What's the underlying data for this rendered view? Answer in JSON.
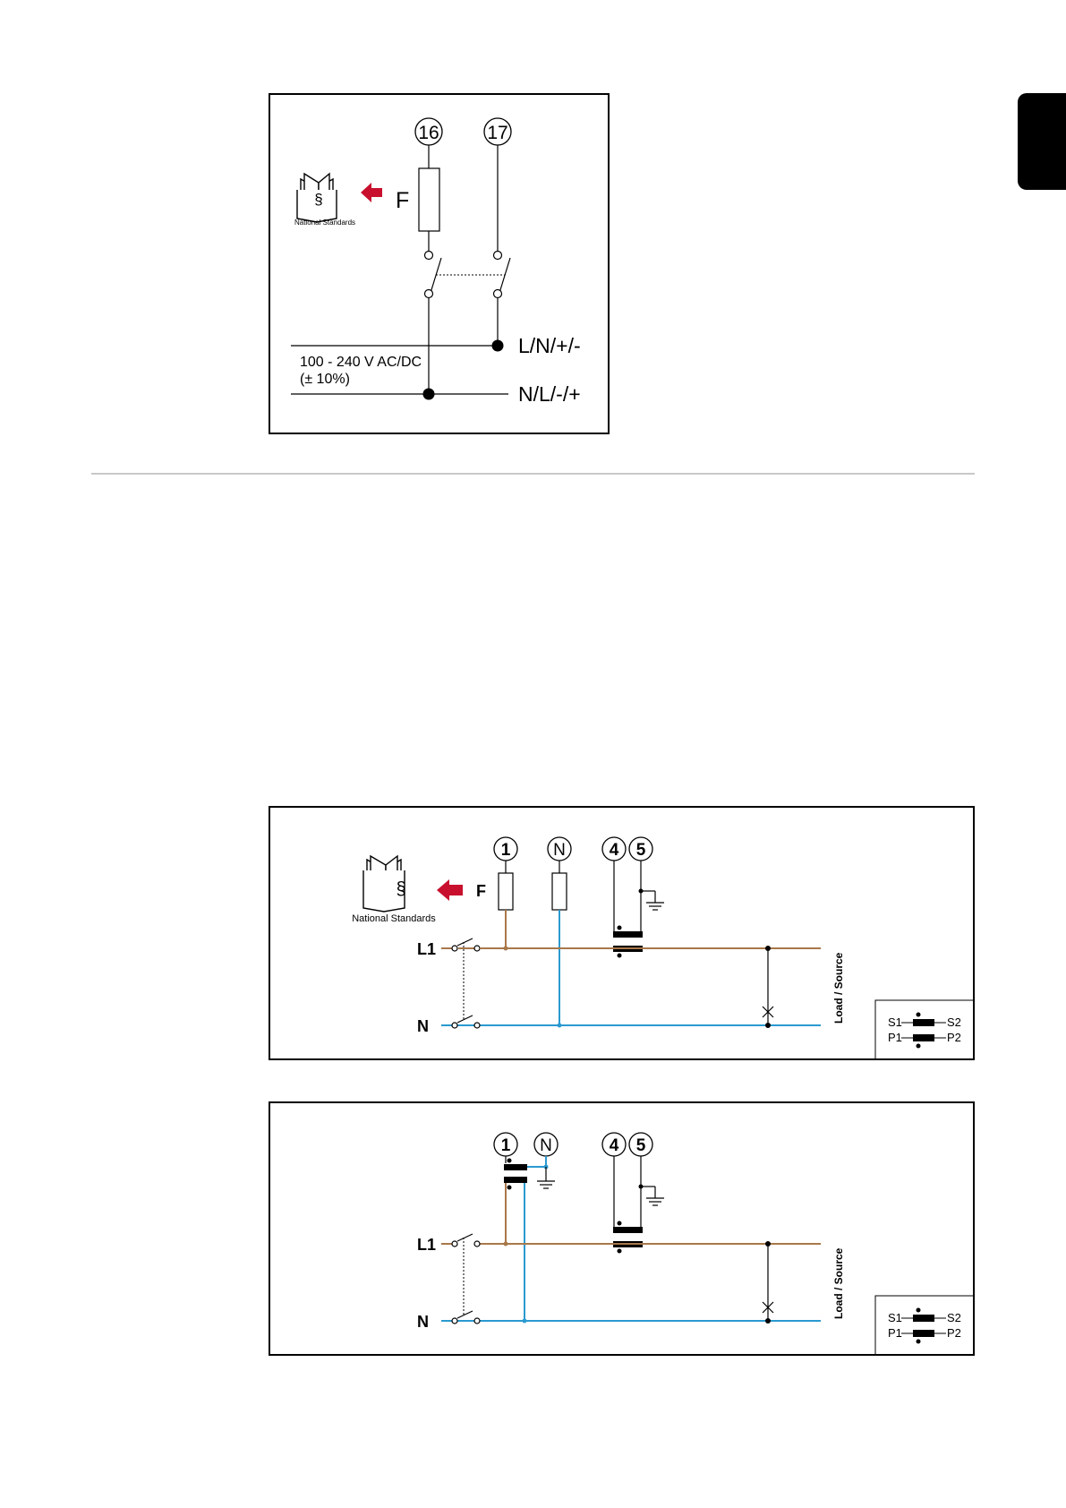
{
  "colors": {
    "live": "#a8784a",
    "neutral": "#2b9ad0",
    "arrow": "#c8102e",
    "rule": "#c8c8c8"
  },
  "diagram1": {
    "terminal_a": "16",
    "terminal_b": "17",
    "fuse_label": "F",
    "book_caption": "National Standards",
    "line_upper": "L/N/+/-",
    "line_lower": "N/L/-/+",
    "voltage": "100 - 240 V AC/DC",
    "tolerance": "(± 10%)"
  },
  "diagram2": {
    "terminals": [
      "1",
      "N",
      "4",
      "5"
    ],
    "fuse_label": "F",
    "book_caption": "National Standards",
    "line_l": "L1",
    "line_n": "N",
    "side_label": "Load / Source",
    "legend": {
      "s1": "S1",
      "s2": "S2",
      "p1": "P1",
      "p2": "P2"
    }
  },
  "diagram3": {
    "terminals": [
      "1",
      "N",
      "4",
      "5"
    ],
    "line_l": "L1",
    "line_n": "N",
    "side_label": "Load / Source",
    "legend": {
      "s1": "S1",
      "s2": "S2",
      "p1": "P1",
      "p2": "P2"
    }
  }
}
